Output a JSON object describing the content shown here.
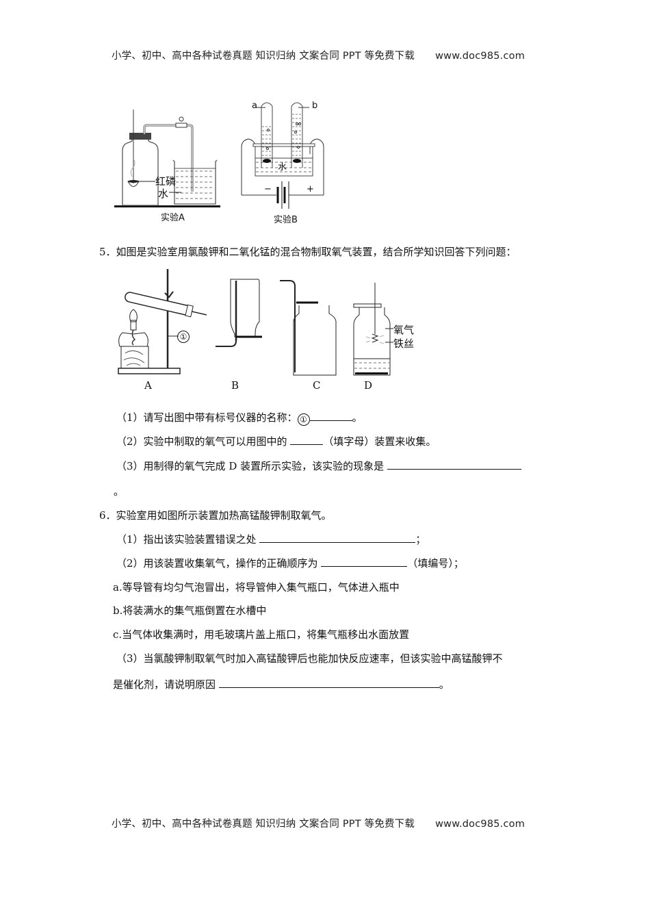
{
  "header": {
    "text": "小学、初中、高中各种试卷真题  知识归纳  文案合同  PPT 等免费下载",
    "url": "www.doc985.com"
  },
  "footer": {
    "text": "小学、初中、高中各种试卷真题  知识归纳  文案合同  PPT 等免费下载",
    "url": "www.doc985.com"
  },
  "figure_top": {
    "exp_a": {
      "caption": "实验A",
      "label_phosphorus": "红磷",
      "label_water": "水"
    },
    "exp_b": {
      "caption": "实验B",
      "label_a": "a",
      "label_b": "b",
      "label_water": "水",
      "minus": "−",
      "plus": "+"
    }
  },
  "q5": {
    "stem": "5．如图是实验室用氯酸钾和二氧化锰的混合物制取氧气装置，结合所学知识回答下列问题：",
    "figure": {
      "labels": [
        "A",
        "B",
        "C",
        "D"
      ],
      "marker": "①",
      "label_oxygen": "氧气",
      "label_iron_wire": "铁丝"
    },
    "sub1_prefix": "（1）请写出图中带有标号仪器的名称：",
    "sub1_marker": "①",
    "sub1_suffix": "。",
    "sub2_prefix": "（2）实验中制取的氧气可以用图中的",
    "sub2_suffix": "（填字母）装置来收集。",
    "sub3_prefix": "（3）用制得的氧气完成 D 装置所示实验，该实验的现象是",
    "sub3_end": "。"
  },
  "q6": {
    "stem": "6．实验室用如图所示装置加热高锰酸钾制取氧气。",
    "sub1_prefix": "（1）指出该实验装置错误之处",
    "sub1_suffix": "；",
    "sub2_prefix": "（2）用该装置收集氧气，操作的正确顺序为",
    "sub2_suffix": "（填编号）；",
    "option_a": "a.等导管有均匀气泡冒出，将导管伸入集气瓶口，气体进入瓶中",
    "option_b": "b.将装满水的集气瓶倒置在水槽中",
    "option_c": "c.当气体收集满时，用毛玻璃片盖上瓶口，将集气瓶移出水面放置",
    "sub3_line1": "（3）当氯酸钾制取氧气时加入高锰酸钾后也能加快反应速率，但该实验中高锰酸钾不",
    "sub3_line2_prefix": "是催化剂，请说明原因",
    "sub3_suffix": "。"
  }
}
